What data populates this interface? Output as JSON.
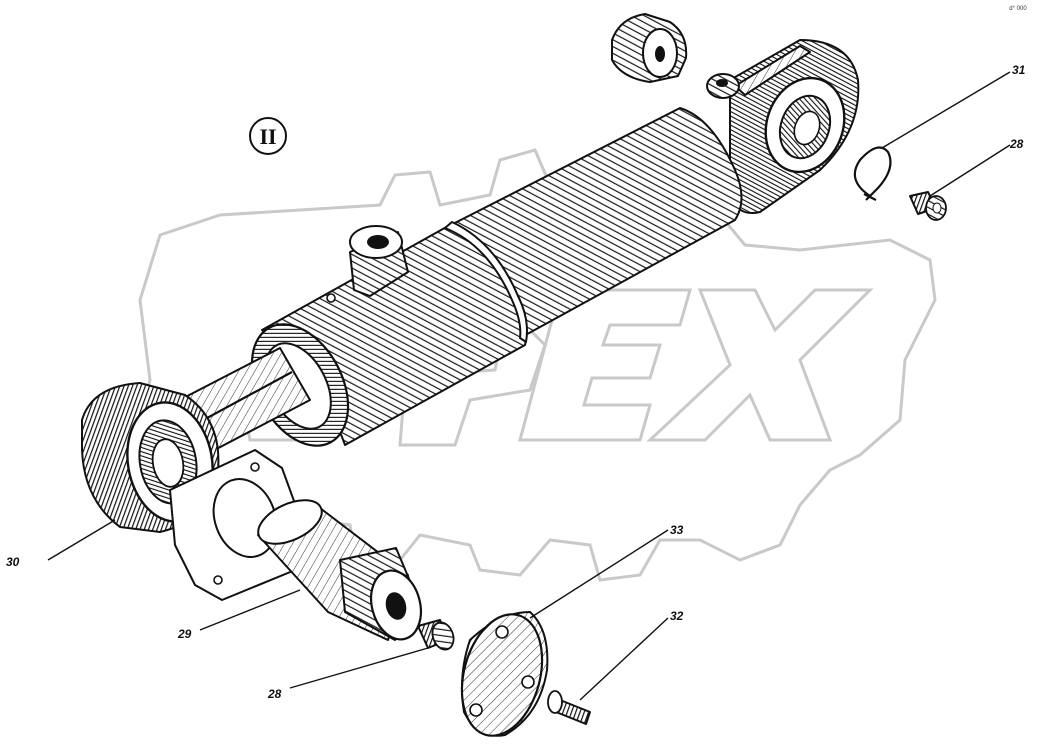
{
  "diagram": {
    "section_mark": "II",
    "corner_note": "d° 000",
    "watermark_text": "OPEX",
    "callouts": [
      {
        "id": "c30",
        "label": "30"
      },
      {
        "id": "c29",
        "label": "29"
      },
      {
        "id": "c28a",
        "label": "28"
      },
      {
        "id": "c33",
        "label": "33"
      },
      {
        "id": "c32",
        "label": "32"
      },
      {
        "id": "c31",
        "label": "31"
      },
      {
        "id": "c28b",
        "label": "28"
      }
    ]
  }
}
